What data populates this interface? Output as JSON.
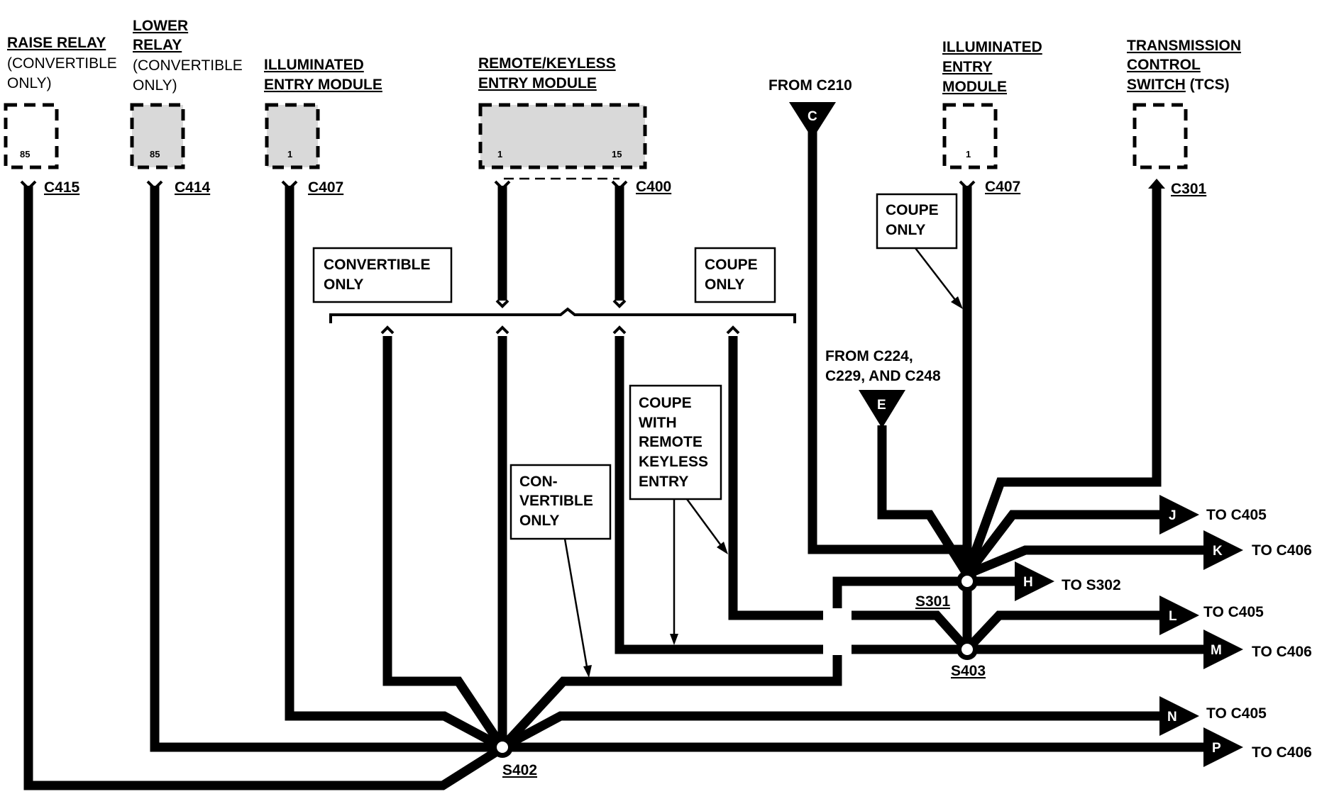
{
  "components": {
    "raise_relay": {
      "title": "RAISE RELAY",
      "note_lines": [
        "(CONVERTIBLE",
        "ONLY)"
      ],
      "pin": "85",
      "connector": "C415"
    },
    "lower_relay": {
      "title_lines": [
        "LOWER",
        "RELAY"
      ],
      "note_lines": [
        "(CONVERTIBLE",
        "ONLY)"
      ],
      "pin": "85",
      "connector": "C414"
    },
    "illuminated_entry_module_left": {
      "title_lines": [
        "ILLUMINATED",
        "ENTRY MODULE"
      ],
      "pin": "1",
      "connector": "C407"
    },
    "remote_keyless_entry_module": {
      "title_lines": [
        "REMOTE/KEYLESS",
        "ENTRY MODULE"
      ],
      "pins": [
        "1",
        "15"
      ],
      "connector": "C400"
    },
    "illuminated_entry_module_right": {
      "title_lines": [
        "ILLUMINATED",
        "ENTRY",
        "MODULE"
      ],
      "pin": "1",
      "connector": "C407"
    },
    "transmission_control_switch": {
      "title_lines": [
        "TRANSMISSION",
        "CONTROL"
      ],
      "title_last_underlined": "SWITCH",
      "title_last_suffix": " (TCS)",
      "connector": "C301"
    }
  },
  "from_connectors": [
    {
      "letter": "C",
      "label_lines": [
        "FROM C210"
      ]
    },
    {
      "letter": "E",
      "label_lines": [
        "FROM C224,",
        "C229, AND C248"
      ]
    }
  ],
  "notes": {
    "convertible_only": [
      "CONVERTIBLE",
      "ONLY"
    ],
    "coupe_only_mid": [
      "COUPE",
      "ONLY"
    ],
    "coupe_only_right": [
      "COUPE",
      "ONLY"
    ],
    "coupe_with_remote_keyless_entry": [
      "COUPE",
      "WITH",
      "REMOTE",
      "KEYLESS",
      "ENTRY"
    ],
    "con_vertible_only": [
      "CON-",
      "VERTIBLE",
      "ONLY"
    ]
  },
  "splices": [
    "S301",
    "S403",
    "S402"
  ],
  "outputs": [
    {
      "letter": "J",
      "label": "TO C405"
    },
    {
      "letter": "K",
      "label": "TO C406"
    },
    {
      "letter": "H",
      "label": "TO S302"
    },
    {
      "letter": "L",
      "label": "TO C405"
    },
    {
      "letter": "M",
      "label": "TO C406"
    },
    {
      "letter": "N",
      "label": "TO C405"
    },
    {
      "letter": "P",
      "label": "TO C406"
    }
  ]
}
